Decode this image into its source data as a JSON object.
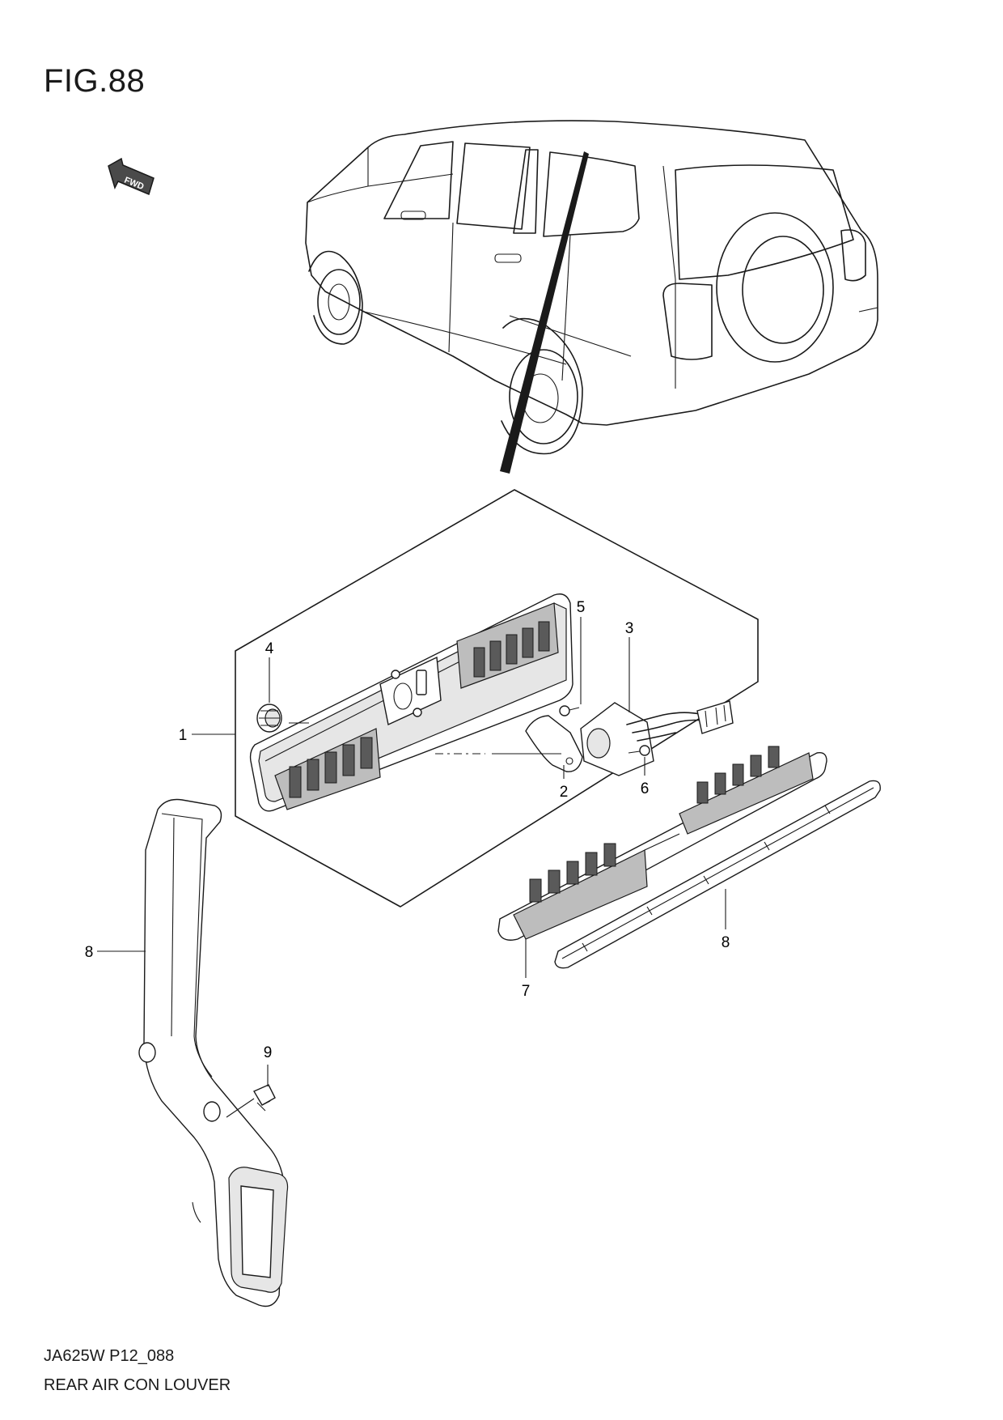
{
  "figure": {
    "title": "FIG.88",
    "code": "JA625W P12_088",
    "name": "REAR AIR CON LOUVER",
    "direction_label": "FWD"
  },
  "callouts": [
    {
      "key": "c1",
      "label": "1"
    },
    {
      "key": "c2",
      "label": "2"
    },
    {
      "key": "c3",
      "label": "3"
    },
    {
      "key": "c4",
      "label": "4"
    },
    {
      "key": "c5",
      "label": "5"
    },
    {
      "key": "c6",
      "label": "6"
    },
    {
      "key": "c7",
      "label": "7"
    },
    {
      "key": "c8a",
      "label": "8"
    },
    {
      "key": "c8b",
      "label": "8"
    },
    {
      "key": "c9",
      "label": "9"
    }
  ]
}
